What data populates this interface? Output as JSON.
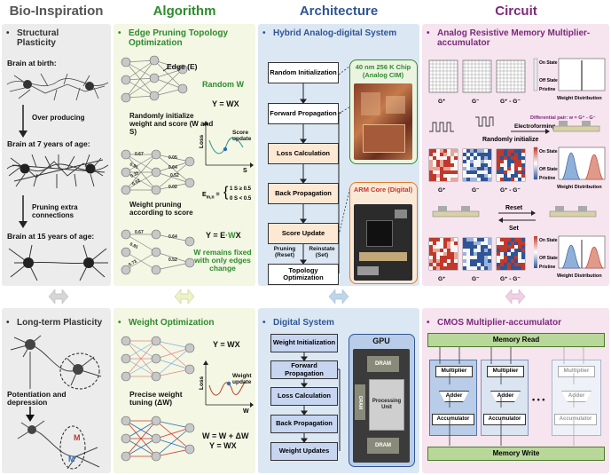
{
  "columns": {
    "bio": "Bio-Inspiration",
    "algorithm": "Algorithm",
    "architecture": "Architecture",
    "circuit": "Circuit"
  },
  "colors": {
    "bio_title": "#555555",
    "algo_title": "#2e8b2e",
    "arch_title": "#2f5597",
    "circuit_title": "#7b2a7b",
    "bio_panel": "#ececec",
    "algo_panel": "#f3f7e3",
    "arch_panel": "#dbe8f4",
    "circuit_panel": "#f6e4ef"
  },
  "bio_top": {
    "heading": "Structural Plasticity",
    "birth": "Brain at birth:",
    "over": "Over producing",
    "age7": "Brain at 7 years of age:",
    "pruning": "Pruning extra connections",
    "age15": "Brain at 15 years of age:"
  },
  "bio_bottom": {
    "heading": "Long-term Plasticity",
    "potentiation": "Potentiation and depression",
    "m_top": "M",
    "m_bottom": "M"
  },
  "algo_top": {
    "heading": "Edge Pruning Topology Optimization",
    "edge": "Edge (E)",
    "random_w": "Random W",
    "eq1": "Y = WX",
    "init": "Randomly initialize weight and score (W and S)",
    "loss": "Loss",
    "score_update": "Score update",
    "s_axis": "S",
    "weights": [
      "0.67",
      "0.91",
      "0.35",
      "0.05",
      "0.02",
      "0.64",
      "0.52",
      "0.02"
    ],
    "formula_lhs": "E",
    "formula_sub": "m,n",
    "formula_case1": "1  S",
    "formula_case1_cond": "≥ 0.5",
    "formula_case2": "0  S",
    "formula_case2_cond": "< 0.5",
    "pruning_label": "Weight pruning according to score",
    "pruned_weights": [
      "0.67",
      "0.91",
      "0.64",
      "0.73",
      "0.52"
    ],
    "eq2_prefix": "Y = E",
    "eq2_dot": "·",
    "eq2_w": "W",
    "eq2_x": "X",
    "fixed": "W remains fixed with only edges change"
  },
  "algo_bottom": {
    "heading": "Weight Optimization",
    "eq1": "Y = WX",
    "loss": "Loss",
    "weight_update": "Weight update",
    "w_axis": "W",
    "tuning": "Precise weight tuning (ΔW)",
    "eq2": "W = W + ΔW",
    "eq3": "Y = WX"
  },
  "arch_top": {
    "heading": "Hybrid Analog-digital System",
    "steps": [
      "Random Initialization",
      "Forward Propagation",
      "Loss Calculation",
      "Back Propagation",
      "Score Update",
      "Topology Optimization"
    ],
    "pruning": "Pruning (Reset)",
    "reinstate": "Reinstate (Set)",
    "chip_label": "40 nm 256 K Chip (Analog CIM)",
    "arm_label": "ARM Core (Digital)"
  },
  "arch_bottom": {
    "heading": "Digital System",
    "steps": [
      "Weight Initialization",
      "Forward Propagation",
      "Loss Calculation",
      "Back Propagation",
      "Weight Updates"
    ],
    "gpu": "GPU",
    "dram": "DRAM",
    "processing": "Processing Unit"
  },
  "circuit_top": {
    "heading": "Analog Resistive Memory Multiplier-accumulator",
    "g_plus": "G⁺",
    "g_minus": "G⁻",
    "g_diff": "G⁺ - G⁻",
    "on_state": "On State",
    "off_state": "Off State",
    "pristine": "Pristine",
    "weight_dist": "Weight Distribution",
    "electroforming": "Electroforming",
    "diff_pair": "Differential pair: w = G⁺ - G⁻",
    "rand_init": "Randomly initialize",
    "reset": "Reset",
    "set": "Set"
  },
  "circuit_bottom": {
    "heading": "CMOS Multiplier-accumulator",
    "memory_read": "Memory Read",
    "memory_write": "Memory Write",
    "multiplier": "Multiplier",
    "adder": "Adder",
    "accumulator": "Accumulator",
    "dots": "• • •"
  }
}
